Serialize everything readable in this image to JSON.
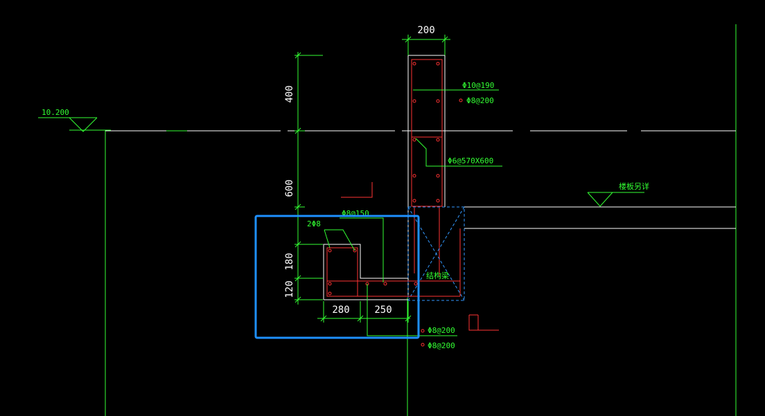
{
  "drawing": {
    "level_label": "10.200",
    "floor_note": "楼板另详",
    "dimensions": {
      "wall_width": "200",
      "height_400": "400",
      "height_600": "600",
      "height_180": "180",
      "height_120": "120",
      "width_280": "280",
      "width_250": "250"
    },
    "rebar_labels": {
      "wall_vertical": "Φ10@190",
      "wall_horizontal": "Φ8@200",
      "wall_tie": "Φ6@570X600",
      "beam_stirrup": "Φ8@150",
      "beam_top_bars": "2Φ8",
      "slab_top": "Φ8@200",
      "slab_bottom": "Φ8@200",
      "structural_beam": "结构梁"
    }
  },
  "selection": {
    "color": "#1e90ff"
  },
  "colors": {
    "background": "#000000",
    "dimension_lines": "#33ff33",
    "concrete_outline": "#ffffff",
    "rebar": "#ff3333",
    "hidden_beam": "#3399ff"
  }
}
